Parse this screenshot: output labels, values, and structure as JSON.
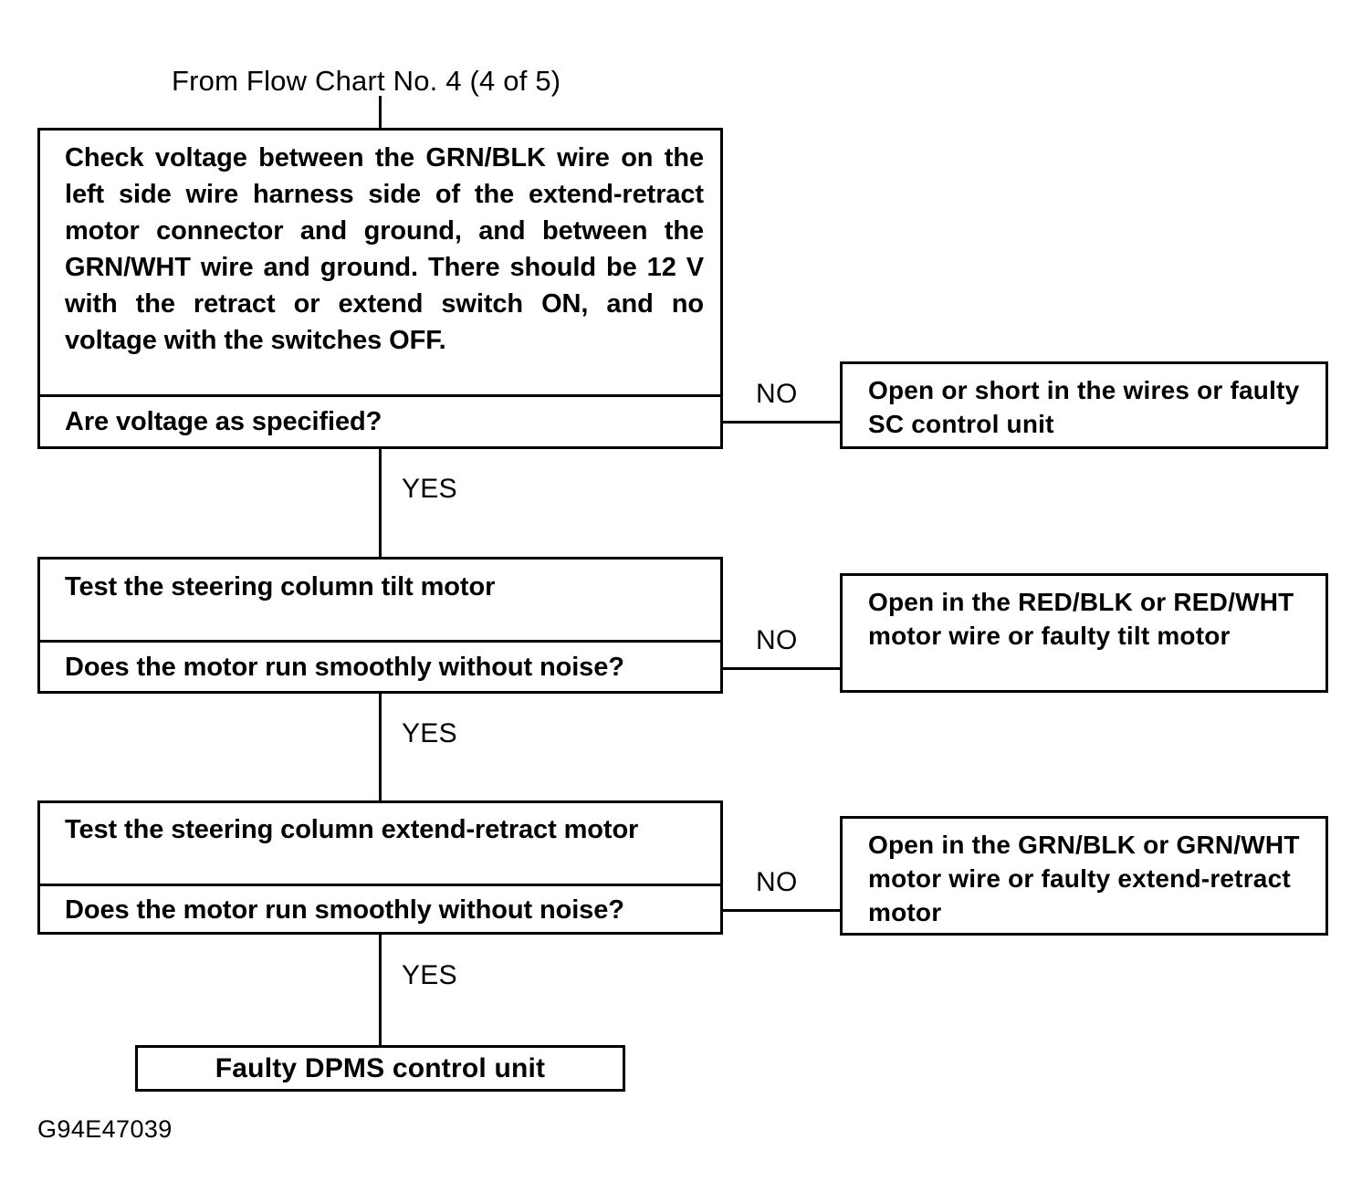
{
  "figure": {
    "header_label": "From Flow Chart No. 4 (4 of 5)",
    "figure_id": "G94E47039"
  },
  "branch_labels": {
    "yes": "YES",
    "no": "NO"
  },
  "steps": [
    {
      "id": "step-voltage-check",
      "instruction": "Check voltage between the GRN/BLK wire on the left side wire harness side of the extend-retract motor connector and ground, and between the GRN/WHT wire and ground. There should be 12 V with the retract or extend switch ON, and no voltage with the switches OFF.",
      "question": "Are voltage as specified?",
      "no_label": "NO",
      "no_result": "Open or short in the wires or faulty SC control unit",
      "yes_label": "YES"
    },
    {
      "id": "step-tilt-motor",
      "instruction": "Test the steering column tilt motor",
      "question": "Does the motor run smoothly without noise?",
      "no_label": "NO",
      "no_result": "Open in the RED/BLK or RED/WHT motor wire or faulty tilt motor",
      "yes_label": "YES"
    },
    {
      "id": "step-extend-retract-motor",
      "instruction": "Test the steering column extend-retract motor",
      "question": "Does the motor run smoothly without noise?",
      "no_label": "NO",
      "no_result": "Open in the GRN/BLK or GRN/WHT motor wire or faulty extend-retract motor",
      "yes_label": "YES"
    }
  ],
  "final": {
    "label": "Faulty DPMS control unit"
  },
  "colors": {
    "ink": "#000000",
    "paper": "#ffffff"
  }
}
